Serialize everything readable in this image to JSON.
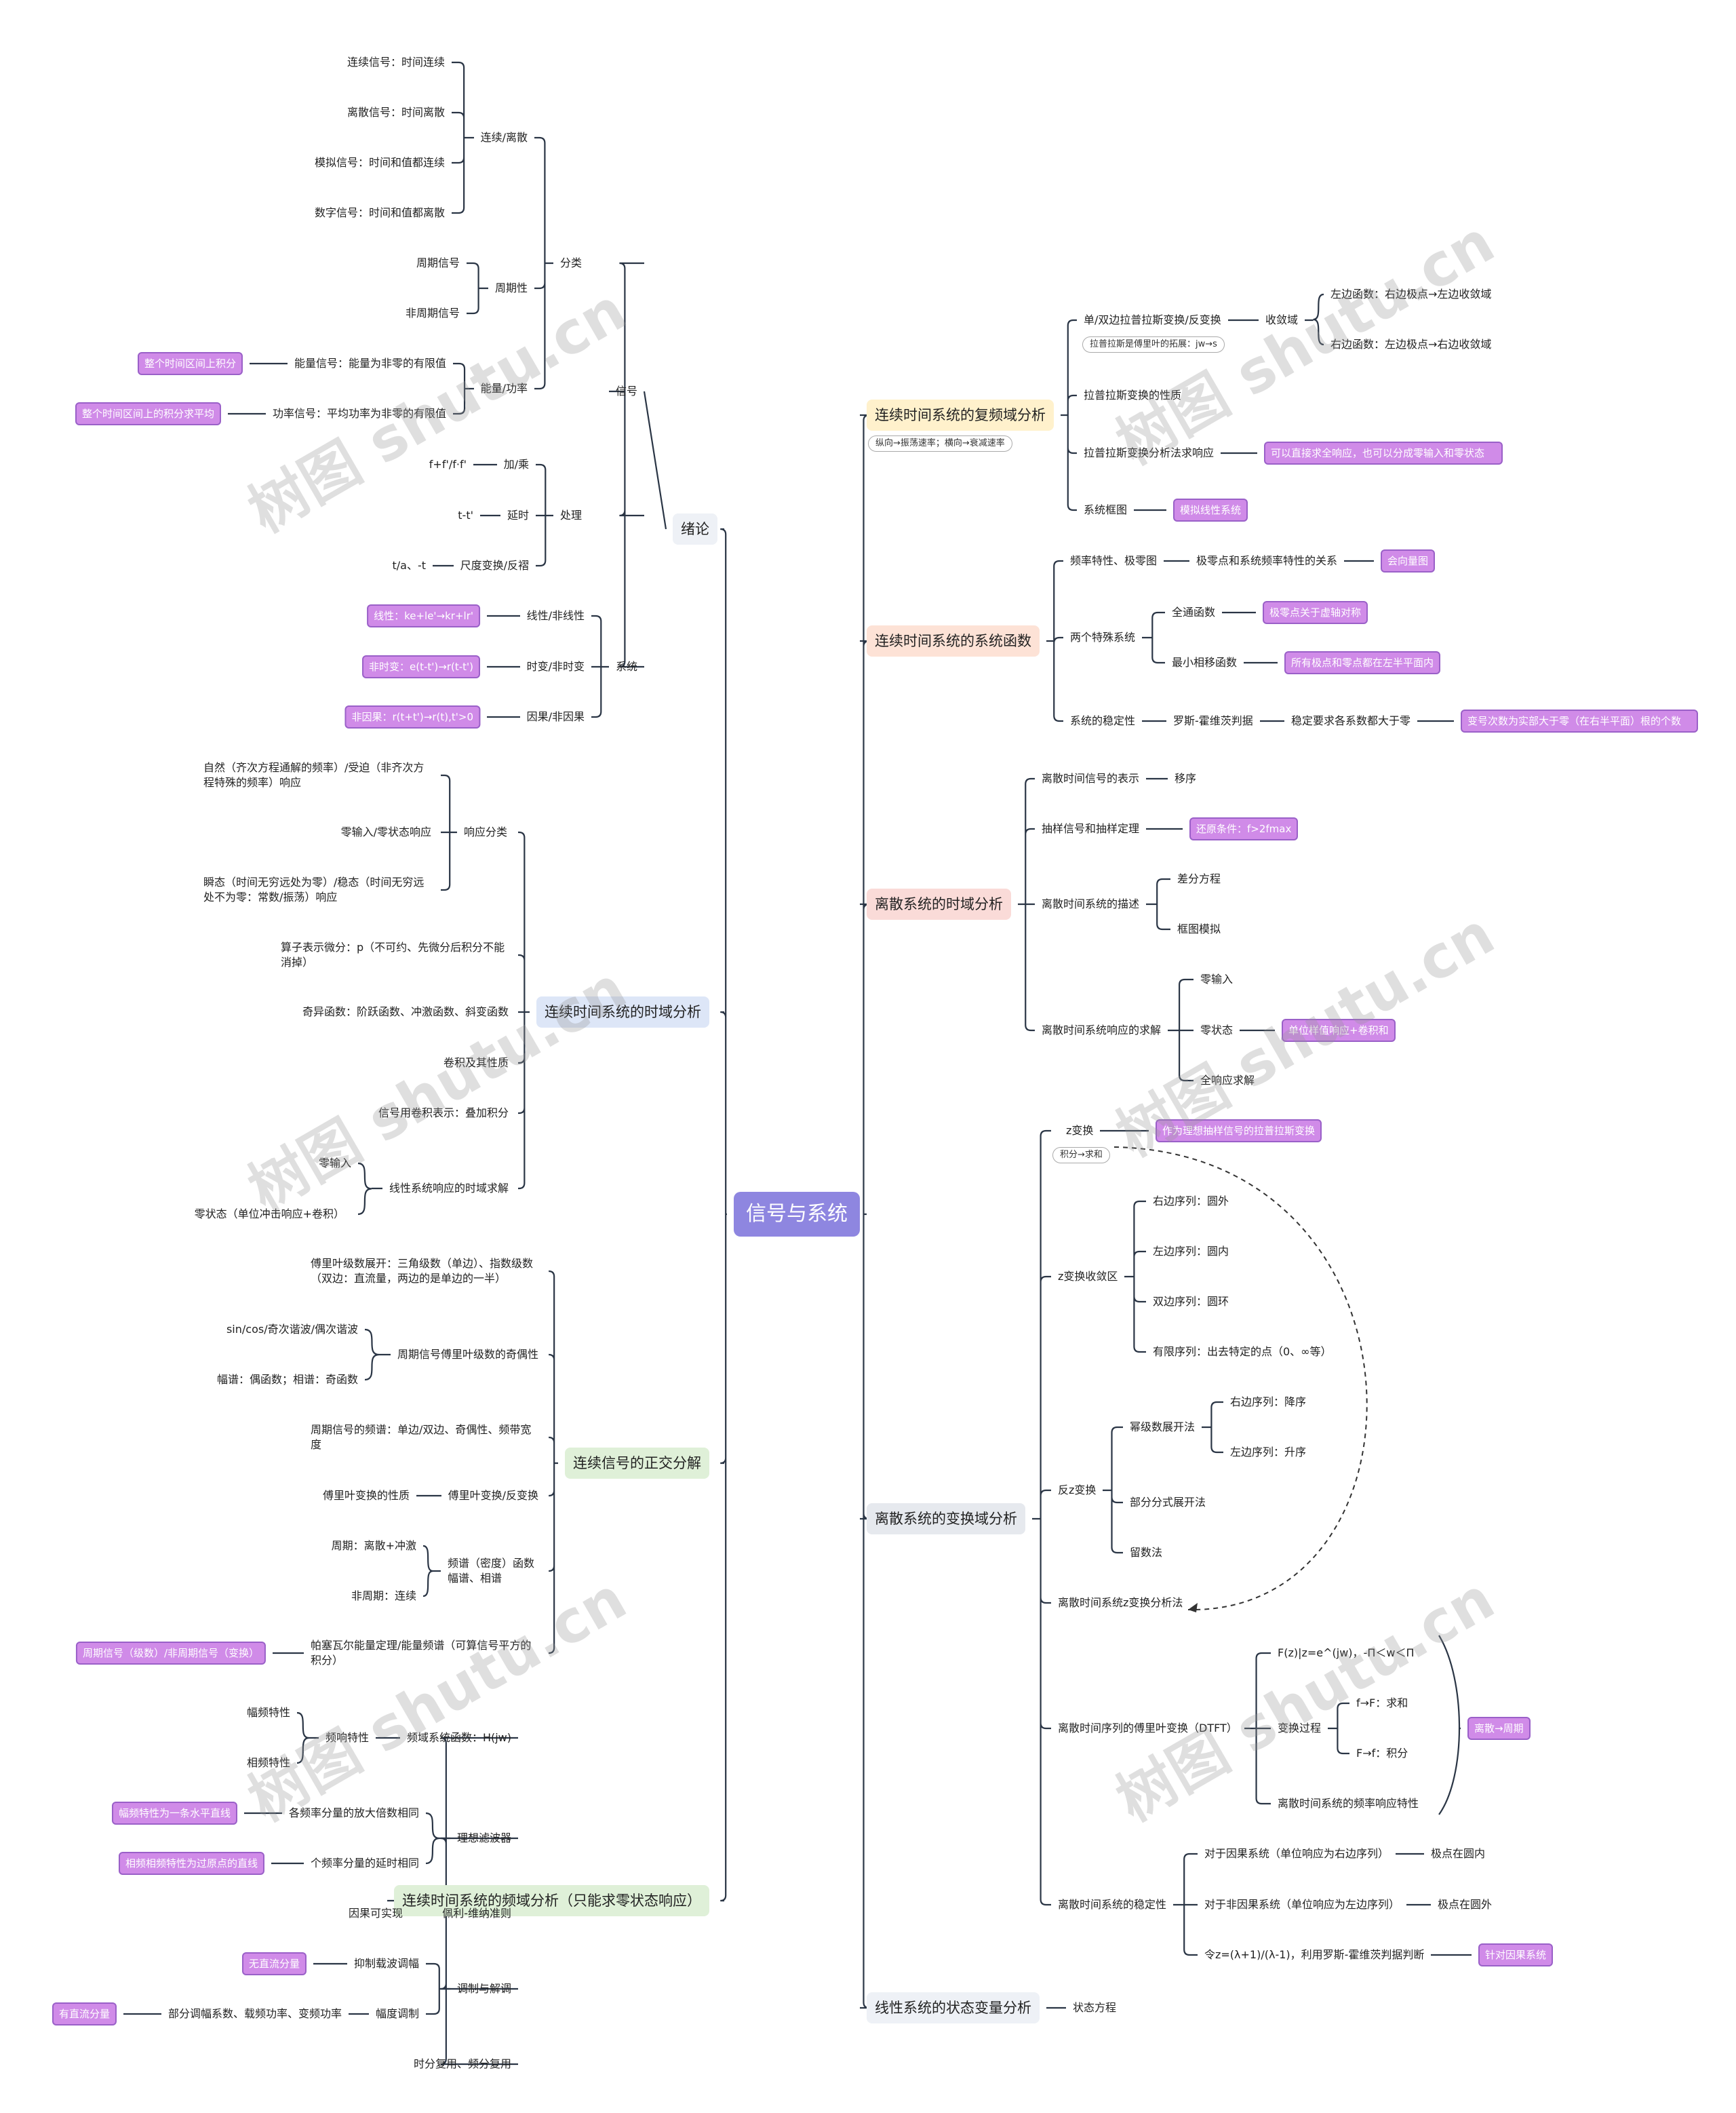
{
  "title": "信号与系统",
  "watermark": "树图 shutu.cn",
  "colors": {
    "line": "#2a3545",
    "root": "#8e86e0",
    "annotation": "#d08be8",
    "annotation_border": "#9a60c8"
  },
  "nodes": {
    "root": "信号与系统",
    "l_xulun": "绪论",
    "xh": "信号",
    "fl": "分类",
    "lxls": "连续/离散",
    "lx1": "连续信号：时间连续",
    "ls1": "离散信号：时间离散",
    "mn": "模拟信号：时间和值都连续",
    "sz": "数字信号：时间和值都离散",
    "zqx": "周期性",
    "zq1": "周期信号",
    "fzq": "非周期信号",
    "nlgl": "能量/功率",
    "nlxh": "能量信号：能量为非零的有限值",
    "nlxh_a": "整个时间区间上积分",
    "glxh": "功率信号：平均功率为非零的有限值",
    "glxh_a": "整个时间区间上的积分求平均",
    "cl": "处理",
    "jc": "加/乘",
    "jc_v": "f+f'/f·f'",
    "ys": "延时",
    "ys_v": "t-t'",
    "cd": "尺度变换/反褶",
    "cd_v": "t/a、-t",
    "xt": "系统",
    "xx": "线性/非线性",
    "xx_a": "线性：ke+le'→kr+lr'",
    "sb": "时变/非时变",
    "sb_a": "非时变：e(t-t')→r(t-t')",
    "yg": "因果/非因果",
    "yg_a": "非因果：r(t+t')→r(t),t'>0",
    "l_sy": "连续时间系统的时域分析",
    "xyfl": "响应分类",
    "zr": "自然（齐次方程通解的频率）/受迫（非齐次方程特殊的频率）响应",
    "lsr": "零输入/零状态响应",
    "st": "瞬态（时间无穷远处为零）/稳态（时间无穷远处不为零：常数/振荡）响应",
    "szbs": "算子表示微分：p（不可约、先微分后积分不能消掉）",
    "qy": "奇异函数：阶跃函数、冲激函数、斜变函数",
    "jj": "卷积及其性质",
    "xhjj": "信号用卷积表示：叠加积分",
    "xxxy": "线性系统响应的时域求解",
    "lsr2": "零输入",
    "lzt": "零状态（单位冲击响应+卷积）",
    "l_zj": "连续信号的正交分解",
    "fly": "傅里叶级数展开：三角级数（单边）、指数级数（双边：直流量，两边的是单边的一半）",
    "jox": "周期信号傅里叶级数的奇偶性",
    "sincos": "sin/cos/奇次谐波/偶次谐波",
    "fp": "幅谱：偶函数；相谱：奇函数",
    "zqpp": "周期信号的频谱：单边/双边、奇偶性、频带宽度",
    "flybh": "傅里叶变换/反变换",
    "flyxz": "傅里叶变换的性质",
    "pp": "频谱（密度）函数幅谱、相谱",
    "zq_ls": "周期：离散+冲激",
    "fzq_lx": "非周期：连续",
    "psw": "帕塞瓦尔能量定理/能量频谱（可算信号平方的积分）",
    "psw_a": "周期信号（级数）/非周期信号（变换）",
    "l_py": "连续时间系统的频域分析（只能求零状态响应）",
    "pyhs": "频域系统函数：H(jw)",
    "pxtx": "频响特性",
    "fptx": "幅频特性",
    "xptx": "相频特性",
    "lxlb": "理想滤波器",
    "gpfl": "各频率分量的放大倍数相同",
    "gpfl_a": "幅频特性为一条水平直线",
    "ysxt": "个频率分量的延时相同",
    "ysxt_a": "相频相频特性为过原点的直线",
    "ygkx": "因果可实现",
    "plwn": "佩利-维纳准则",
    "tzjt": "调制与解调",
    "yzzb": "抑制载波调幅",
    "yzzb_a": "无直流分量",
    "fdtz": "幅度调制",
    "bftz": "部分调幅系数、载频功率、变频功率",
    "bftz_a": "有直流分量",
    "sffy": "时分复用、频分复用",
    "r_fp": "连续时间系统的复频域分析",
    "r_fp_tag": "纵向→振荡速率；横向→衰减速率",
    "lpls": "单/双边拉普拉斯变换/反变换",
    "lpls_tag": "拉普拉斯是傅里叶的拓展：jw→s",
    "slrz": "收敛域",
    "zbh": "左边函数：右边极点→左边收敛域",
    "ybh": "右边函数：左边极点→右边收敛域",
    "lpxz": "拉普拉斯变换的性质",
    "lpfx": "拉普拉斯变换分析法求响应",
    "lpfx_a": "可以直接求全响应，也可以分成零输入和零状态",
    "xtkt": "系统框图",
    "xtkt_a": "模拟线性系统",
    "r_xths": "连续时间系统的系统函数",
    "pltx": "频率特性、极零图",
    "jldgx": "极零点和系统频率特性的关系",
    "jldgx_a": "会向量图",
    "lgts": "两个特殊系统",
    "qths": "全通函数",
    "qths_a": "极零点关于虚轴对称",
    "zxxw": "最小相移函数",
    "zxxw_a": "所有极点和零点都在左半平面内",
    "wdx": "系统的稳定性",
    "lsh": "罗斯-霍维茨判据",
    "wdyq": "稳定要求各系数都大于零",
    "wdyq_a": "变号次数为实部大于零（在右半平面）根的个数",
    "r_lssy": "离散系统的时域分析",
    "lsbs": "离散时间信号的表示",
    "yx": "移序",
    "cy": "抽样信号和抽样定理",
    "cy_a": "还原条件：f>2fmax",
    "lsms": "离散时间系统的描述",
    "cffc": "差分方程",
    "ktmn": "框图模拟",
    "lsxy": "离散时间系统响应的求解",
    "lsr3": "零输入",
    "lzt3": "零状态",
    "lzt3_a": "单位样值响应+卷积和",
    "qxy": "全响应求解",
    "r_lsbh": "离散系统的变换域分析",
    "zbh2": "z变换",
    "zbh2_a": "作为理想抽样信号的拉普拉斯变换",
    "zbh2_tag": "积分→求和",
    "zslz": "z变换收敛区",
    "yxl": "右边序列：圆外",
    "zxl": "左边序列：圆内",
    "sxl": "双边序列：圆环",
    "yxxl": "有限序列：出去特定的点（0、∞等）",
    "fz": "反z变换",
    "mjs": "幂级数展开法",
    "yxl2": "右边序列：降序",
    "zxl2": "左边序列：升序",
    "bffs": "部分分式展开法",
    "lsf": "留数法",
    "lsz": "离散时间系统z变换分析法",
    "dtft": "离散时间序列的傅里叶变换（DTFT）",
    "fz1": "F(z)|z=e^(jw)，-Π＜w＜Π",
    "bhgc": "变换过程",
    "fF": "f→F：求和",
    "Ff": "F→f：积分",
    "lspx": "离散时间系统的频率响应特性",
    "dtft_a": "离散→周期",
    "lswd": "离散时间系统的稳定性",
    "ygxt": "对于因果系统（单位响应为右边序列）",
    "ygxt_v": "极点在圆内",
    "fygxt": "对于非因果系统（单位响应为左边序列）",
    "fygxt_v": "极点在圆外",
    "lz": "令z=(λ+1)/(λ-1)，利用罗斯-霍维茨判据判断",
    "lz_a": "针对因果系统",
    "r_zt": "线性系统的状态变量分析",
    "ztfc": "状态方程"
  }
}
